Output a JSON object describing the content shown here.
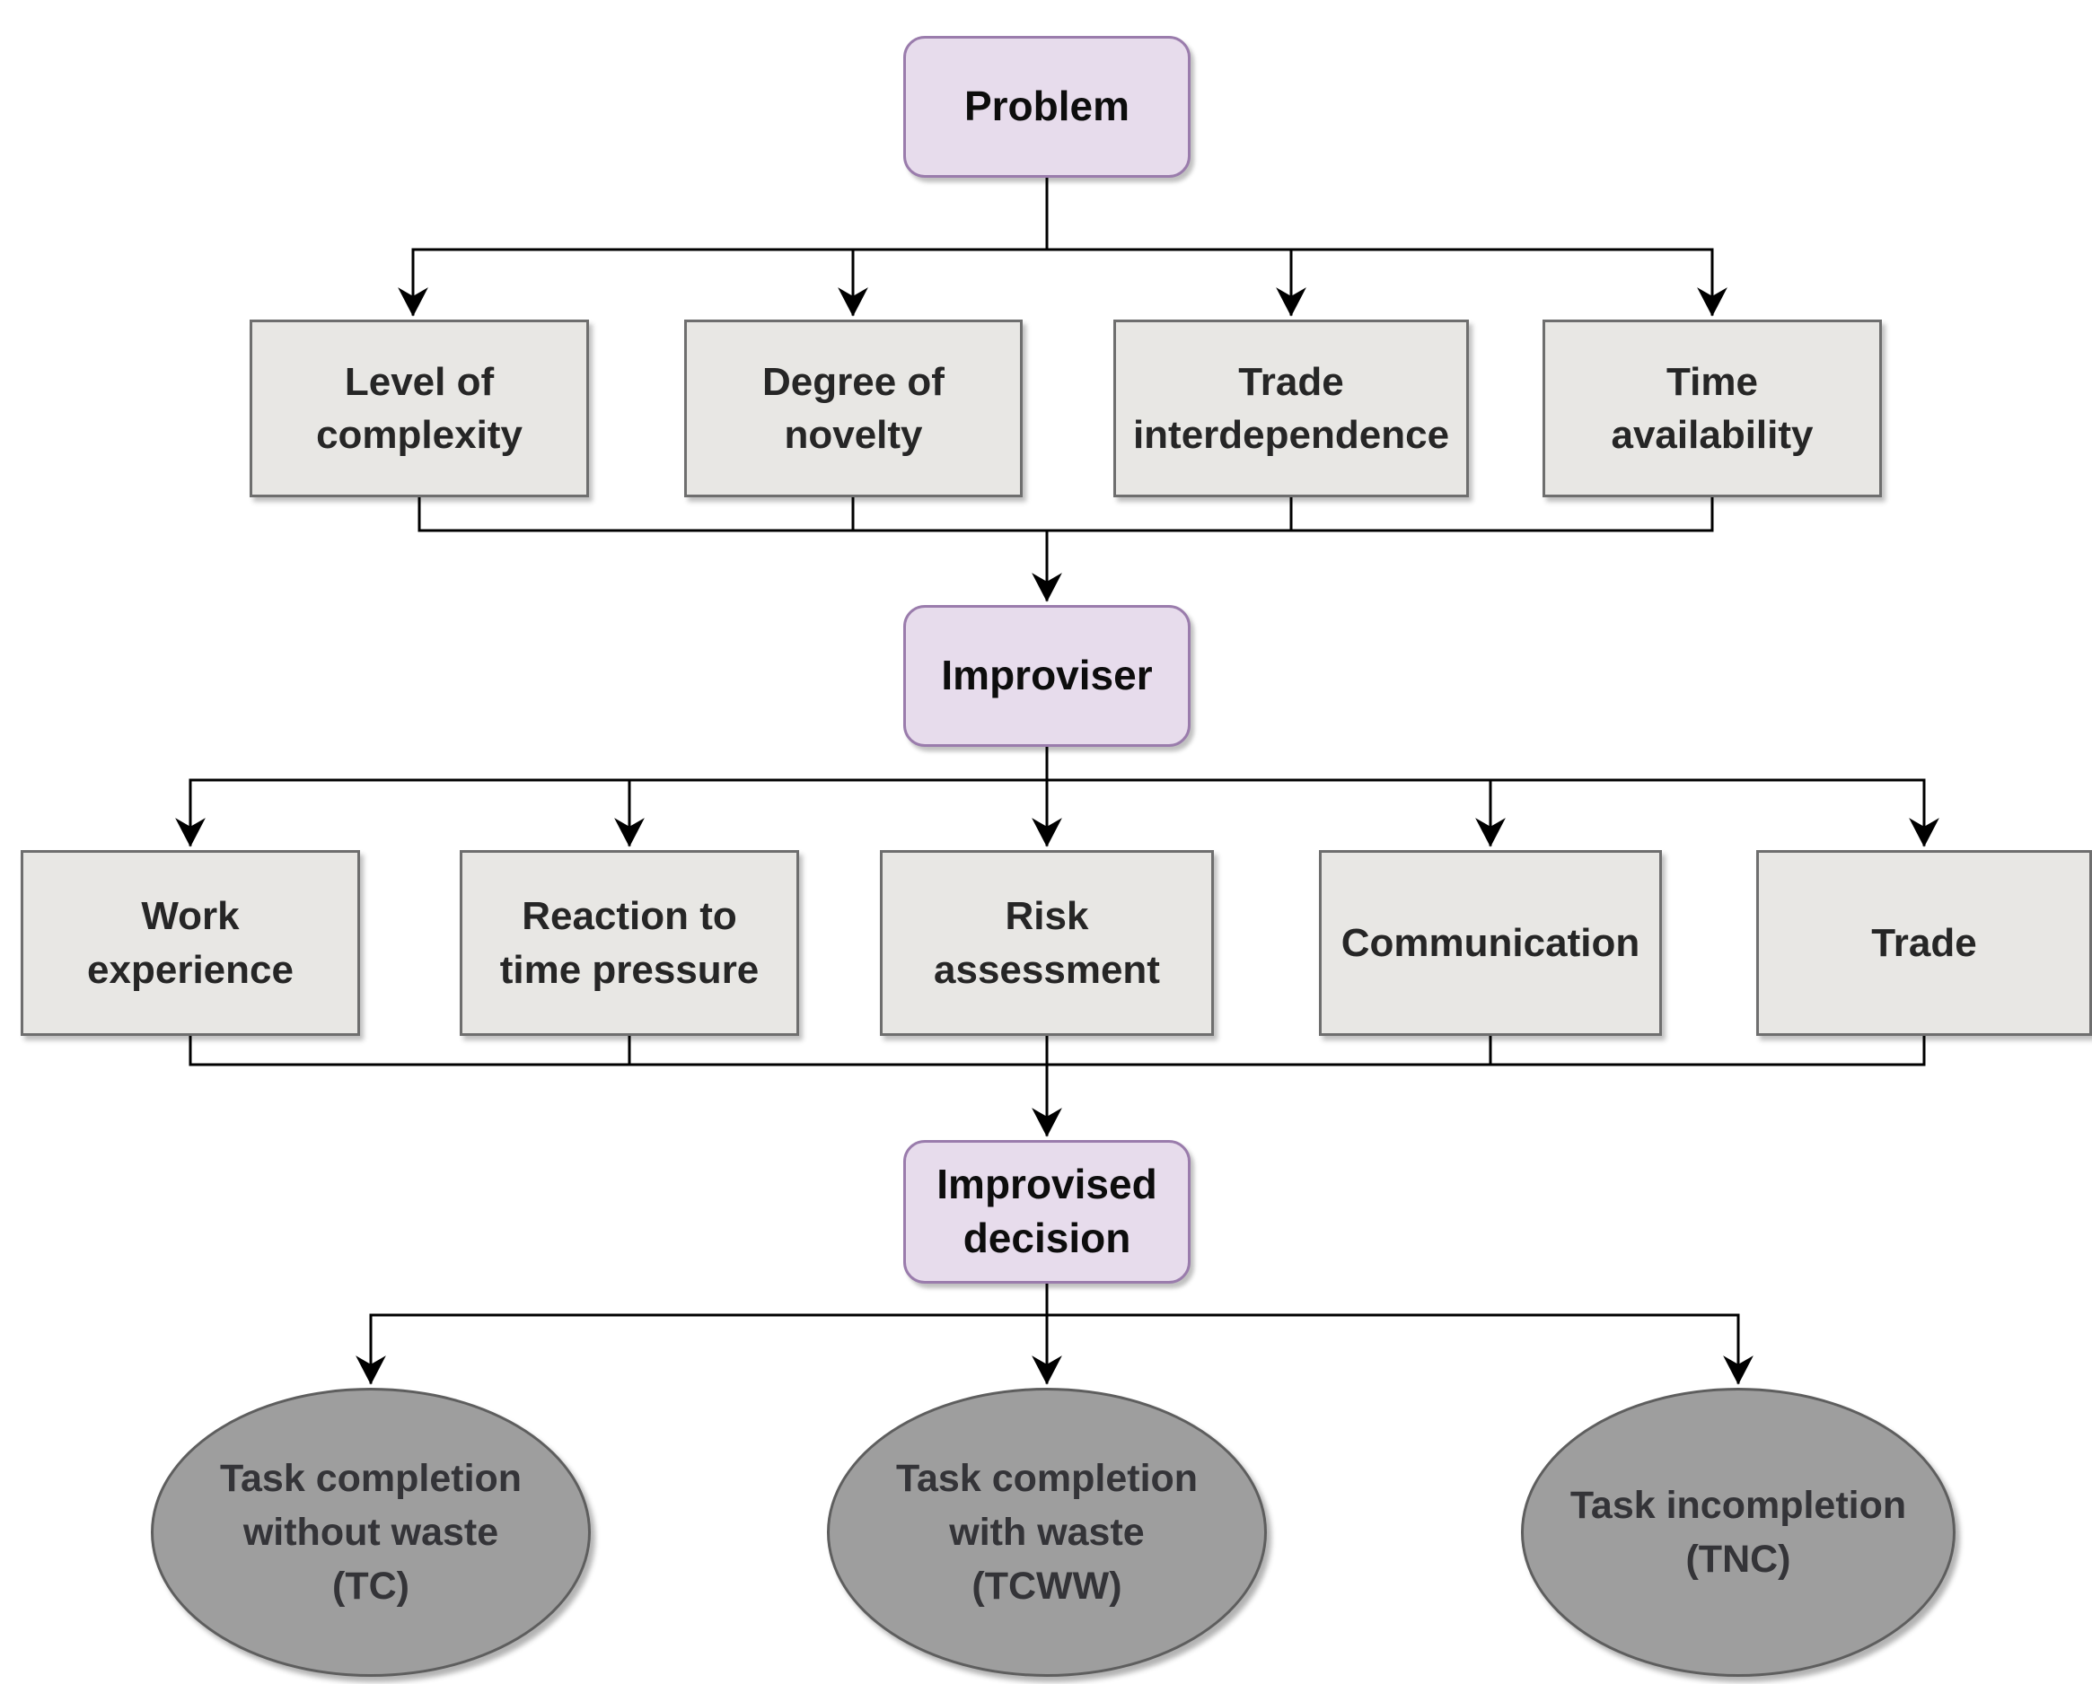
{
  "diagram": {
    "type": "flowchart",
    "colors": {
      "purple_node_fill": "#E7DCEC",
      "purple_node_border": "#9A7CAC",
      "gray_box_fill": "#E8E7E4",
      "gray_box_border": "#6E6E6E",
      "ellipse_fill": "#9E9E9E",
      "ellipse_border": "#5E5E5E",
      "connector": "#000000",
      "text": "#1A1A1A"
    },
    "nodes": {
      "problem": {
        "label": "Problem"
      },
      "factors": [
        {
          "id": "level-of-complexity",
          "label": "Level of\ncomplexity"
        },
        {
          "id": "degree-of-novelty",
          "label": "Degree of\nnovelty"
        },
        {
          "id": "trade-interdependence",
          "label": "Trade\ninterdependence"
        },
        {
          "id": "time-availability",
          "label": "Time\navailability"
        }
      ],
      "improviser": {
        "label": "Improviser"
      },
      "characteristics": [
        {
          "id": "work-experience",
          "label": "Work\nexperience"
        },
        {
          "id": "reaction-to-time-pressure",
          "label": "Reaction to\ntime pressure"
        },
        {
          "id": "risk-assessment",
          "label": "Risk\nassessment"
        },
        {
          "id": "communication",
          "label": "Communication"
        },
        {
          "id": "trade",
          "label": "Trade"
        }
      ],
      "decision": {
        "label": "Improvised\ndecision"
      },
      "outcomes": [
        {
          "id": "tc",
          "label": "Task completion\nwithout waste\n(TC)"
        },
        {
          "id": "tcww",
          "label": "Task completion\nwith waste\n(TCWW)"
        },
        {
          "id": "tnc",
          "label": "Task incompletion\n(TNC)"
        }
      ]
    },
    "edges": [
      {
        "from": "problem",
        "to": "level-of-complexity"
      },
      {
        "from": "problem",
        "to": "degree-of-novelty"
      },
      {
        "from": "problem",
        "to": "trade-interdependence"
      },
      {
        "from": "problem",
        "to": "time-availability"
      },
      {
        "from": "level-of-complexity",
        "to": "improviser"
      },
      {
        "from": "degree-of-novelty",
        "to": "improviser"
      },
      {
        "from": "trade-interdependence",
        "to": "improviser"
      },
      {
        "from": "time-availability",
        "to": "improviser"
      },
      {
        "from": "improviser",
        "to": "work-experience"
      },
      {
        "from": "improviser",
        "to": "reaction-to-time-pressure"
      },
      {
        "from": "improviser",
        "to": "risk-assessment"
      },
      {
        "from": "improviser",
        "to": "communication"
      },
      {
        "from": "improviser",
        "to": "trade"
      },
      {
        "from": "work-experience",
        "to": "decision"
      },
      {
        "from": "reaction-to-time-pressure",
        "to": "decision"
      },
      {
        "from": "risk-assessment",
        "to": "decision"
      },
      {
        "from": "communication",
        "to": "decision"
      },
      {
        "from": "trade",
        "to": "decision"
      },
      {
        "from": "decision",
        "to": "tc"
      },
      {
        "from": "decision",
        "to": "tcww"
      },
      {
        "from": "decision",
        "to": "tnc"
      }
    ]
  }
}
